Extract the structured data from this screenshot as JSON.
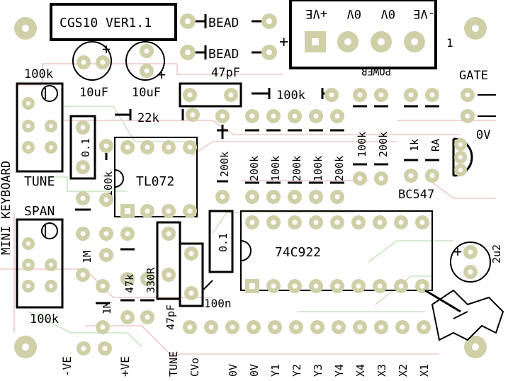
{
  "title_box": "CGS10  VER1.1",
  "labels": {
    "bead1": "BEAD",
    "bead2": "BEAD",
    "cap_10uf_1": "10uF",
    "cap_10uf_2": "10uF",
    "cap_47pf_top": "47pF",
    "res_100k_top": "100k",
    "res_22k": "22k",
    "pot_100k_top": "100k",
    "tune": "TUNE",
    "span": "SPAN",
    "pot_100k_bottom": "100k",
    "mini_keyboard": "MINI KEYBOARD",
    "cap_01_left": "0.1",
    "res_100k_vert": "100k",
    "ic_tl072": "TL072",
    "res_1m_1": "1M",
    "res_1m_2": "1M",
    "res_47k": "47k",
    "res_330r": "330R",
    "cap_47pf_bottom": "47pF",
    "cap_01_mid": "0.1",
    "cap_100n": "100n",
    "ic_74c922": "74C922",
    "r_200k_a": "200k",
    "r_200k_b": "200k",
    "r_100k_c": "100k",
    "r_200k_d": "200k",
    "r_100k_e": "100k",
    "r_200k_f": "200k",
    "r_100k_g": "100k",
    "r_200k_h": "200k",
    "r_1k": "1k",
    "r_ra": "RA",
    "gate": "GATE",
    "zero_v": "0V",
    "bc547": "BC547",
    "cap_2u2": "2u2",
    "plus_sign": "+",
    "one_label": "1",
    "power_label": "POWER",
    "power_pins": [
      "+VE",
      "0V",
      "0V",
      "-VE"
    ],
    "bottom_left": [
      "-VE",
      "+VE"
    ],
    "bottom_pins": [
      "TUNE",
      "CVo",
      "0V",
      "0V",
      "Y1",
      "Y2",
      "Y3",
      "Y4",
      "X4",
      "X3",
      "X2",
      "X1"
    ]
  },
  "colors": {
    "pad": "#cfcfa8",
    "trace_pink": "#f0c8c8",
    "trace_green": "#c8e6c0",
    "silk": "#000000"
  }
}
